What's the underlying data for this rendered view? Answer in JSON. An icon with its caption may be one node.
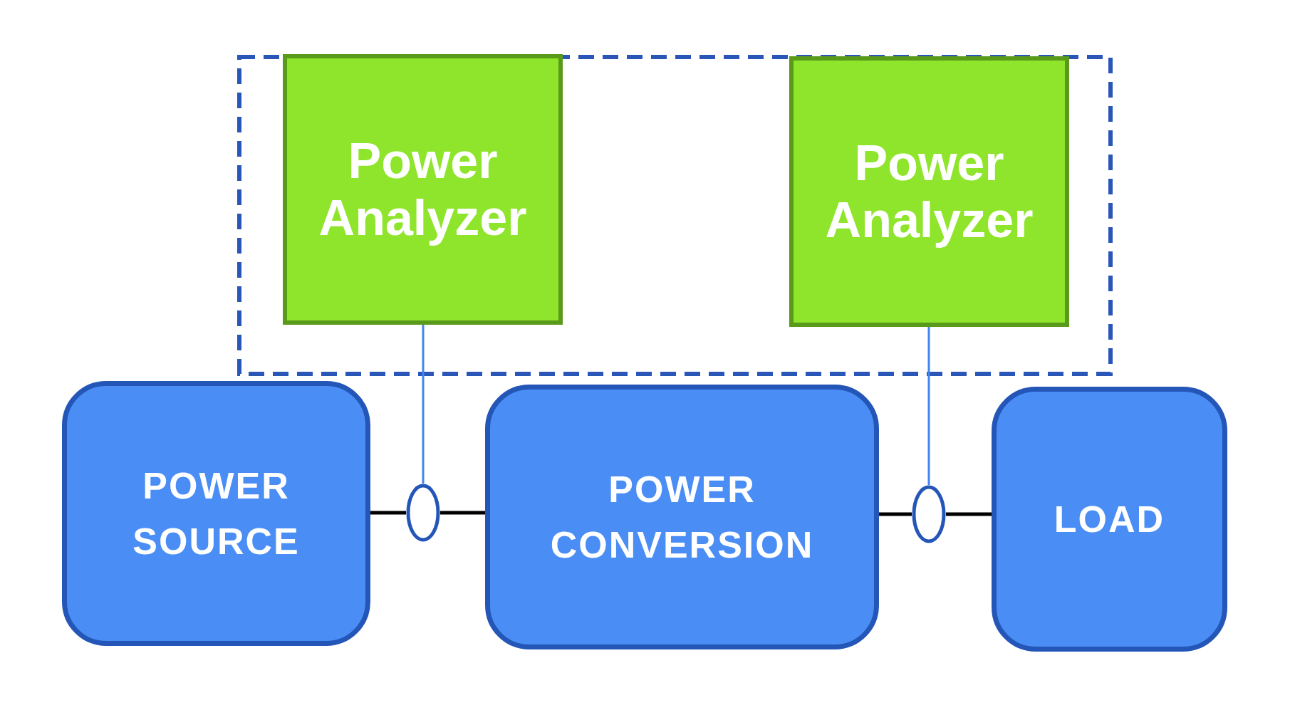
{
  "diagram": {
    "nodes": [
      {
        "text": [
          "Power Analyzer"
        ]
      },
      {
        "text": [
          "Power Analyzer"
        ]
      },
      {
        "text": [
          "POWER SOURCE"
        ]
      },
      {
        "text": [],
        "shape": "ellipse"
      },
      {
        "text": [
          "POWER CONVERSION"
        ]
      },
      {
        "text": [],
        "shape": "ellipse"
      },
      {
        "text": [
          "LOAD"
        ]
      }
    ],
    "edges": [
      {
        "from": 2,
        "to": 3,
        "arrow": "none"
      },
      {
        "from": 3,
        "to": 4,
        "arrow": "none"
      },
      {
        "from": 0,
        "to": 3,
        "arrow": "none",
        "color": "#3f86f0"
      },
      {
        "from": 4,
        "to": 5,
        "arrow": "none"
      },
      {
        "from": 5,
        "to": 6,
        "arrow": "none"
      },
      {
        "from": 1,
        "to": 5,
        "arrow": "none",
        "color": "#3f86f0"
      }
    ]
  }
}
